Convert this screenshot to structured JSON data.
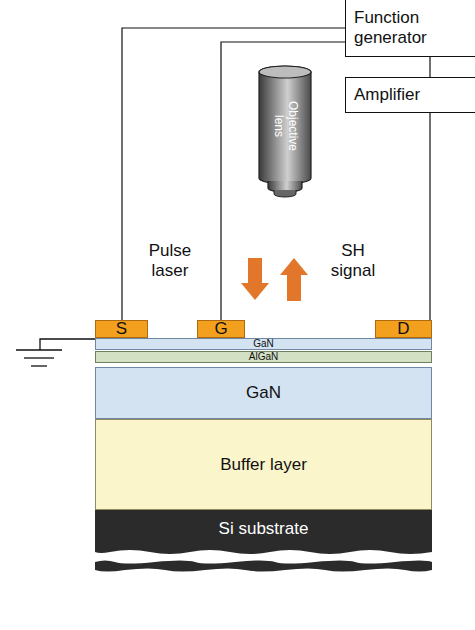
{
  "diagram": {
    "nodes": [
      {
        "text": [
          "Function generator"
        ]
      },
      {
        "text": [
          "Amplifier"
        ]
      },
      {
        "text": [
          "Objective lens"
        ]
      },
      {
        "text": [
          "S"
        ]
      },
      {
        "text": [
          "G"
        ]
      },
      {
        "text": [
          "D"
        ]
      },
      {
        "text": [
          "GaN"
        ]
      },
      {
        "text": [
          "AlGaN"
        ]
      },
      {
        "text": [
          "GaN"
        ]
      },
      {
        "text": [
          "Buffer layer"
        ]
      },
      {
        "text": [
          "Si substrate"
        ]
      }
    ],
    "edges": [
      {
        "from": 0,
        "to": 3,
        "arrow": "none"
      },
      {
        "from": 0,
        "to": 4,
        "arrow": "none"
      },
      {
        "from": 0,
        "to": 1,
        "arrow": "none"
      },
      {
        "from": 1,
        "to": 5,
        "arrow": "none"
      }
    ],
    "labels": [
      "Pulse laser",
      "SH signal"
    ]
  }
}
